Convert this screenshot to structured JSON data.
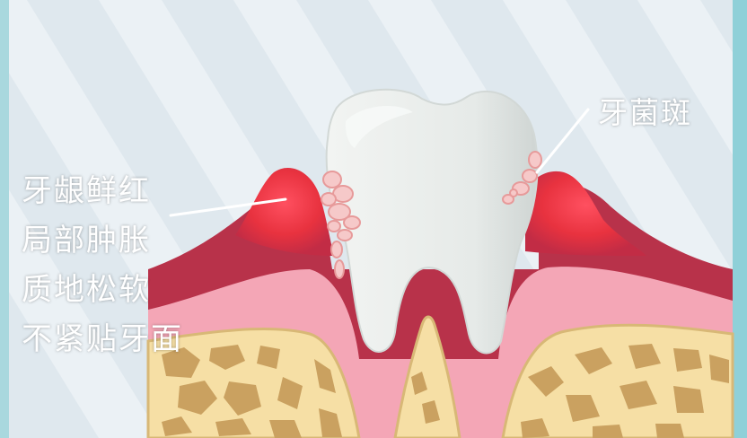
{
  "labels": {
    "plaque": "牙菌斑",
    "gum_lines": [
      "牙龈鲜红",
      "局部肿胀",
      "质地松软",
      "不紧贴牙面"
    ]
  },
  "colors": {
    "background": "#dfe8ee",
    "stripe": "#edf2f6",
    "frame": "#8fd0d8",
    "gum_deep": "#b8324a",
    "gum_pink": "#f4a6b6",
    "gum_red": "#e8323f",
    "tooth": "#e8ecea",
    "plaque": "#f6c9c9",
    "bone": "#f6dfa5",
    "bone_pore": "#caa160"
  }
}
